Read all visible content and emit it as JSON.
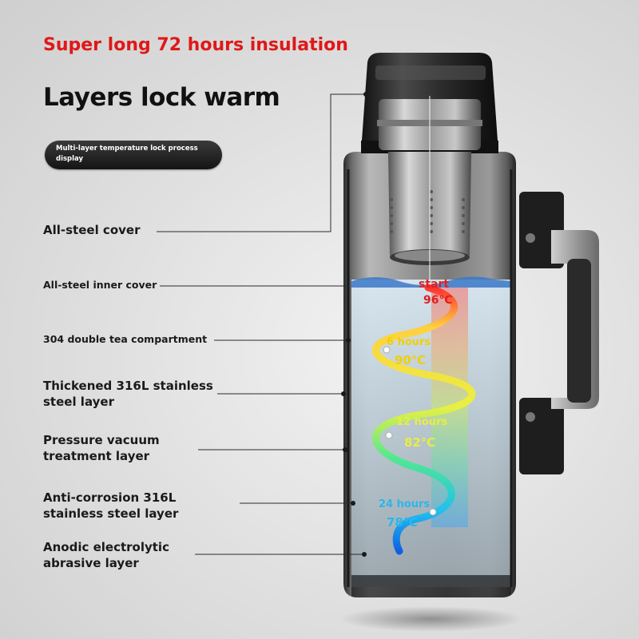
{
  "header": {
    "headline": "Super long 72 hours insulation",
    "title": "Layers lock warm",
    "badge": "Multi-layer temperature lock process display"
  },
  "layers": [
    "All-steel cover",
    "All-steel inner cover",
    "304 double tea compartment",
    "Thickened 316L stainless steel layer",
    "Pressure vacuum treatment layer",
    "Anti-corrosion 316L stainless steel layer",
    "Anodic electrolytic abrasive layer"
  ],
  "timeline": [
    {
      "label": "start",
      "temp": "96℃"
    },
    {
      "label": "6 hours",
      "temp": "90℃"
    },
    {
      "label": "12 hours",
      "temp": "82℃"
    },
    {
      "label": "24 hours",
      "temp": "78℃"
    }
  ],
  "colors": {
    "headline": "#e01818",
    "start": "#e02020",
    "six_hours": "#f0d000",
    "twelve_hours": "#e8ee40",
    "twenty_four_hours": "#2bb6ee"
  },
  "icons": [
    "vacuum-bottle-illustration",
    "tea-infuser-icon",
    "handle-icon"
  ]
}
